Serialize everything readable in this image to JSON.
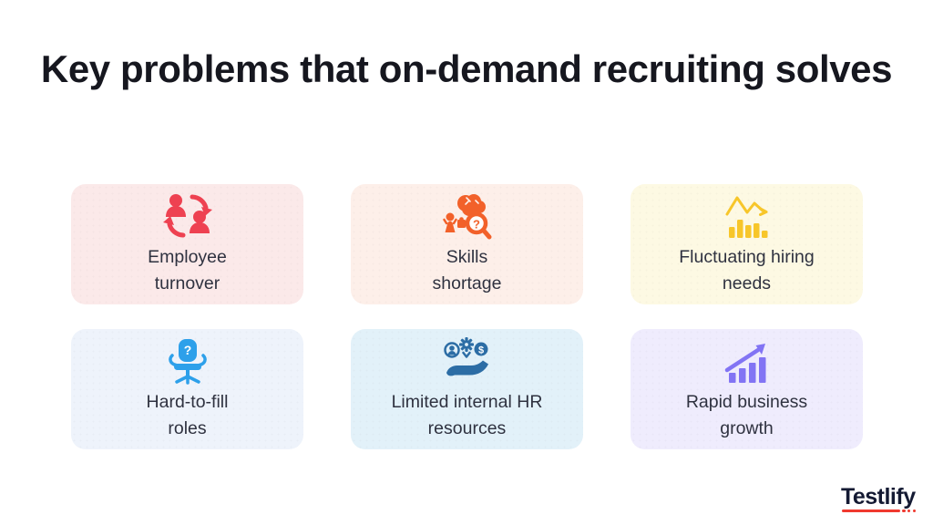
{
  "title": {
    "text": "Key problems that on-demand recruiting solves",
    "color": "#16171f"
  },
  "cards": [
    {
      "label_lines": [
        "Employee",
        "turnover"
      ],
      "icon": "employee-turnover-icon",
      "icon_color": "#ee4151",
      "bg": "#fbe9e9"
    },
    {
      "label_lines": [
        "Skills",
        "shortage"
      ],
      "icon": "skills-shortage-icon",
      "icon_color": "#f2612a",
      "bg": "#fdefe9"
    },
    {
      "label_lines": [
        "Fluctuating hiring",
        "needs"
      ],
      "icon": "fluctuating-hiring-needs-icon",
      "icon_color": "#f7c62a",
      "bg": "#fdf9e3"
    },
    {
      "label_lines": [
        "Hard-to-fill",
        "roles"
      ],
      "icon": "hard-to-fill-roles-icon",
      "icon_color": "#2da0ea",
      "bg": "#eef3fb"
    },
    {
      "label_lines": [
        "Limited internal HR",
        "resources"
      ],
      "icon": "limited-hr-resources-icon",
      "icon_color": "#2c6da5",
      "bg": "#e2f1f9"
    },
    {
      "label_lines": [
        "Rapid business",
        "growth"
      ],
      "icon": "rapid-business-growth-icon",
      "icon_color": "#8274f4",
      "bg": "#efecfd"
    }
  ],
  "label_color": "#2f3240",
  "footer": {
    "logo_text": "Testlify",
    "logo_color": "#141a33",
    "logo_accent_color": "#f0392f"
  }
}
